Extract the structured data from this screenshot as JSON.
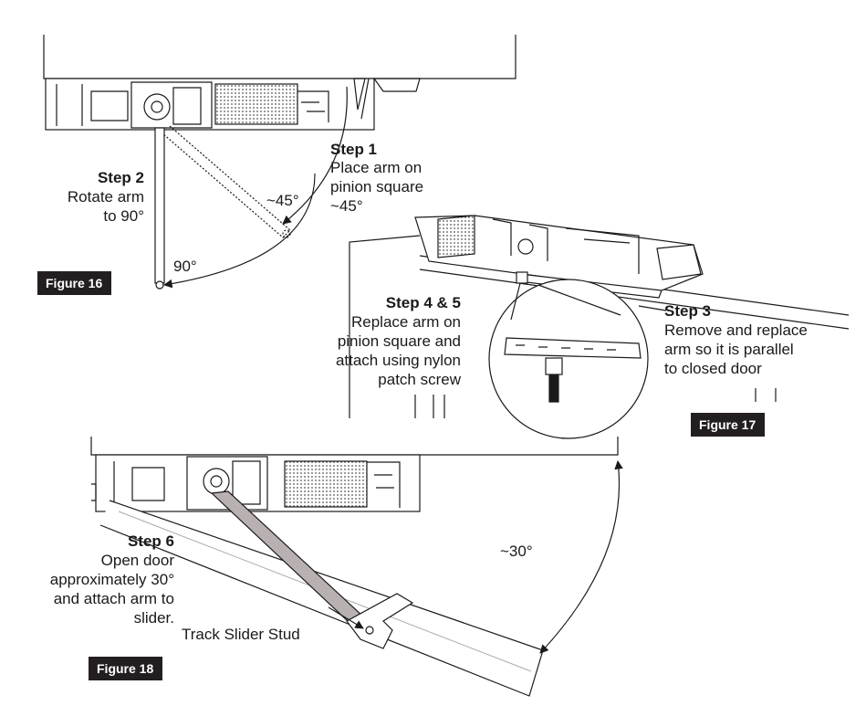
{
  "figure16": {
    "label": "Figure 16",
    "step1_title": "Step 1",
    "step1_text": [
      "Place arm on",
      "pinion square",
      "~45°"
    ],
    "step2_title": "Step 2",
    "step2_text": [
      "Rotate arm",
      "to 90°"
    ],
    "angle_45": "~45°",
    "angle_90": "90°"
  },
  "figure17": {
    "label": "Figure 17",
    "step3_title": "Step 3",
    "step3_text": [
      "Remove and replace",
      "arm so it is parallel",
      "to closed door"
    ],
    "step45_title": "Step 4 & 5",
    "step45_text": [
      "Replace arm on",
      "pinion square and",
      "attach using nylon",
      "patch screw"
    ]
  },
  "figure18": {
    "label": "Figure 18",
    "step6_title": "Step 6",
    "step6_text": [
      "Open door",
      "approximately 30°",
      "and attach arm to",
      "slider."
    ],
    "angle_30": "~30°",
    "track_slider_stud": "Track Slider Stud"
  },
  "colors": {
    "line": "#1a1a1a",
    "arm_fill": "#b9b1b1",
    "label_bg": "#231f20"
  }
}
